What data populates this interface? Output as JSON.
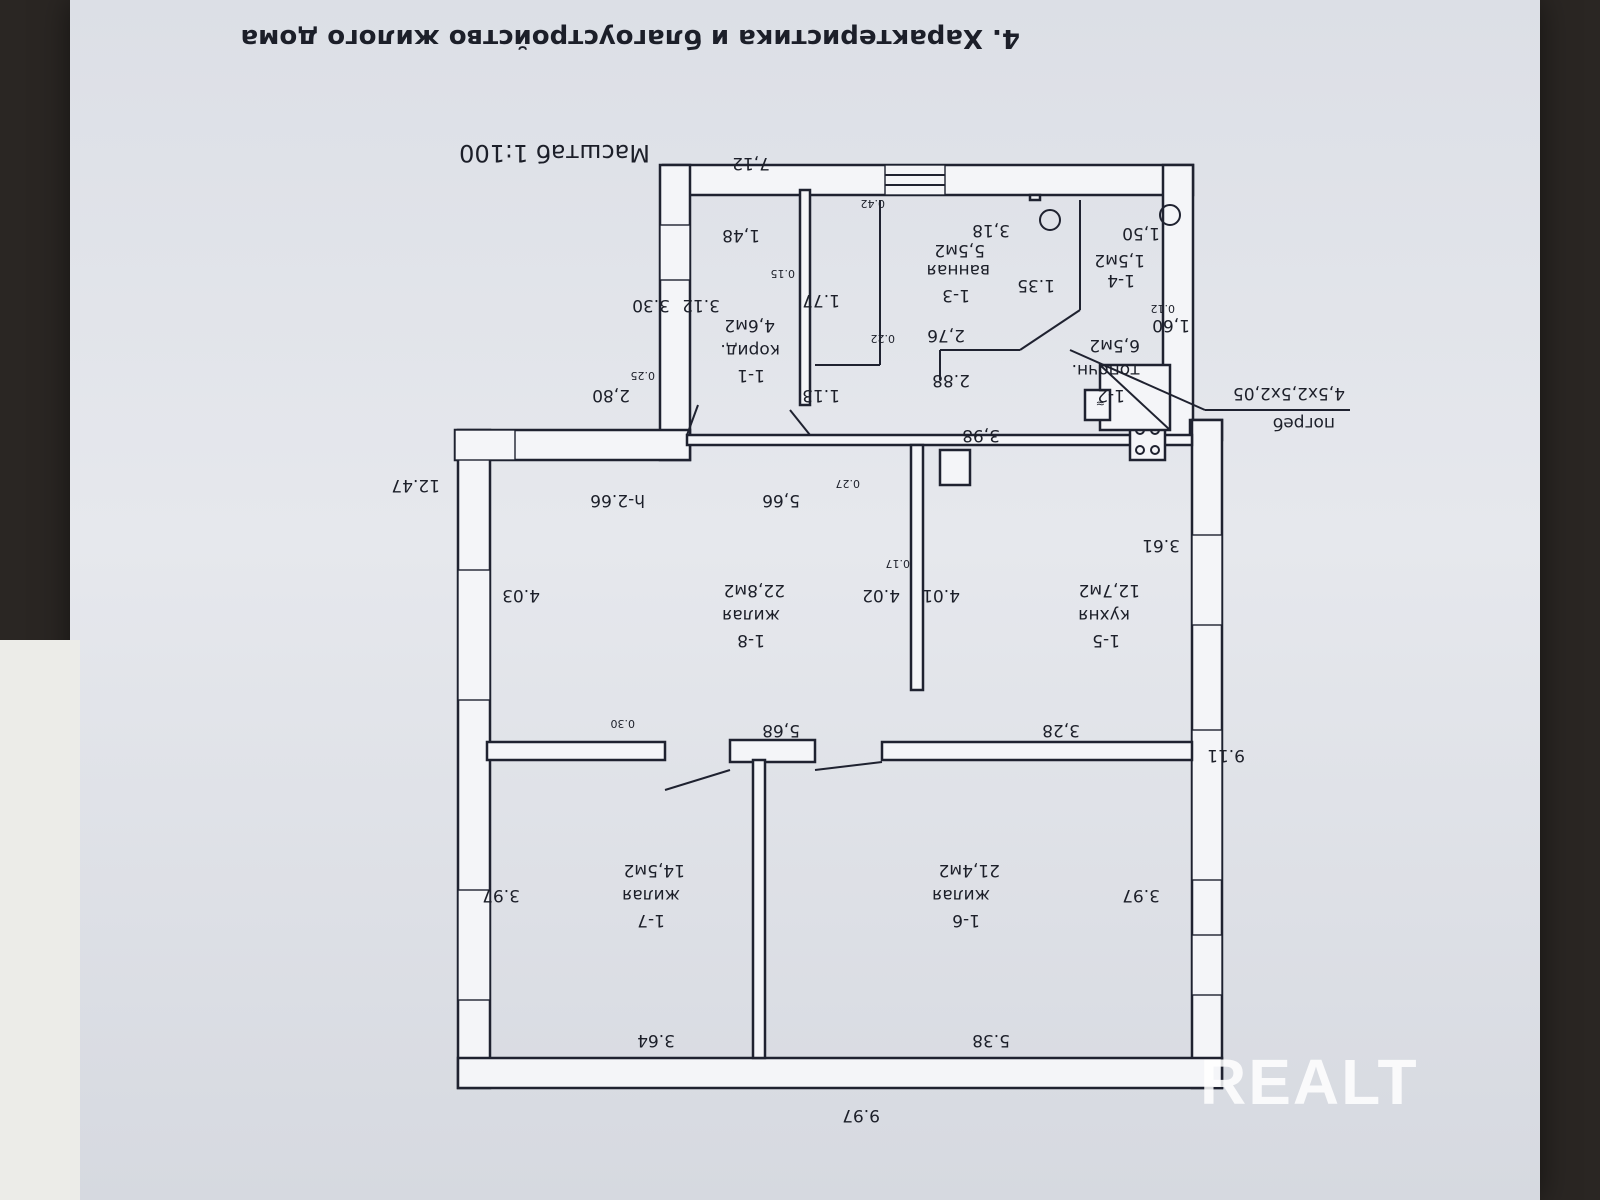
{
  "document": {
    "section_title": "4. Характеристика и благоустройство жилого дома",
    "scale": "Масштаб 1:100"
  },
  "dimensions": {
    "top_width": "7,12",
    "bottom_width": "9.97",
    "right_height": "12.47",
    "left_height": "9.11",
    "d_3_30": "3.30",
    "d_2_80": "2,80",
    "d_0_25": "0.25",
    "d_0_42": "0.42",
    "d_3_12": "3.12",
    "d_1_48": "1,48",
    "d_0_15": "0.15",
    "d_1_77": "1.77",
    "d_3_18": "3,18",
    "d_1_50": "1,50",
    "d_1_35": "1.35",
    "d_0_12": "0.12",
    "d_1_60": "1,60",
    "d_2_76": "2,76",
    "d_0_22": "0.22",
    "d_1_13": "1.13",
    "d_2_88": "2.88",
    "d_3_98": "3,98",
    "d_0_27": "0.27",
    "d_5_66": "5,66",
    "d_h_2_66": "h-2.66",
    "d_0_17": "0.17",
    "d_3_61": "3.61",
    "d_4_01": "4.01",
    "d_4_02": "4.02",
    "d_4_03": "4.03",
    "d_5_68": "5,68",
    "d_3_28": "3,28",
    "d_0_30": "0.30",
    "d_3_97_left": "3.97",
    "d_3_97_right": "3.97",
    "d_5_38": "5.38",
    "d_3_64": "3.64"
  },
  "rooms": [
    {
      "id": "1-1",
      "name": "корид.",
      "area": "4,6м2"
    },
    {
      "id": "1-2",
      "name": "топочн.",
      "area": "6,5м2"
    },
    {
      "id": "1-3",
      "name": "ванная",
      "area": "5,5м2"
    },
    {
      "id": "1-4",
      "name": "",
      "area": "1,5м2"
    },
    {
      "id": "1-5",
      "name": "кухня",
      "area": "12,7м2"
    },
    {
      "id": "1-6",
      "name": "жилая",
      "area": "21,4м2"
    },
    {
      "id": "1-7",
      "name": "жилая",
      "area": "14,5м2"
    },
    {
      "id": "1-8",
      "name": "жилая",
      "area": "22,8м2"
    }
  ],
  "cellar": {
    "label": "погреб",
    "size": "4,5х2,5х2,05"
  },
  "watermark": "REALT"
}
